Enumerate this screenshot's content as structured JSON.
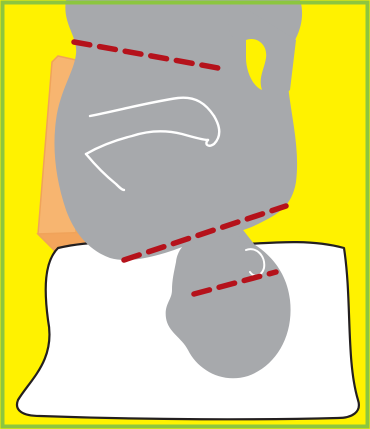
{
  "illustration": {
    "icon": "sleeping-position-diagram",
    "colors": {
      "background": "#fff200",
      "border": "#8cc63f",
      "figure": "#a7a9ac",
      "pillow": "#ffffff",
      "outline": "#231f20",
      "cushion": "#f7b570",
      "guide": "#b5121b"
    },
    "guide_lines": 3,
    "guide_style": "dashed"
  }
}
